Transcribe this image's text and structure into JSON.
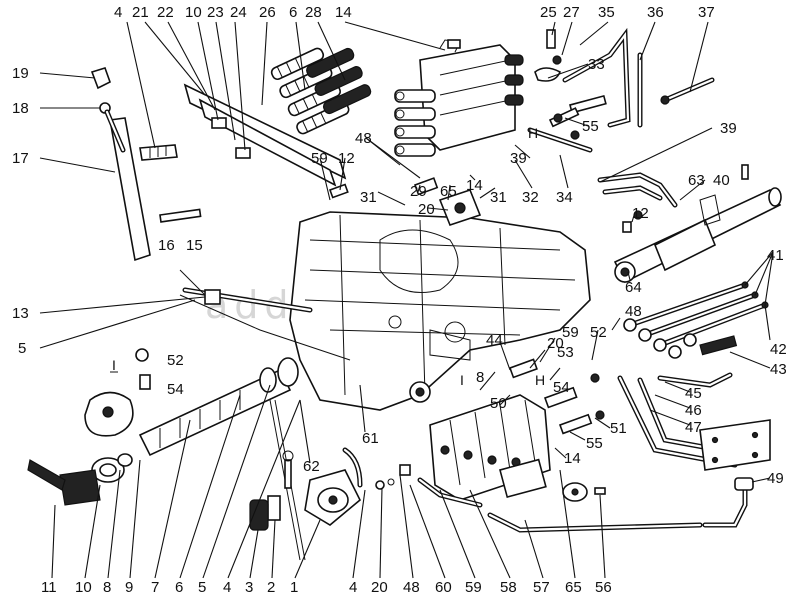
{
  "watermark": "adde.com.ua",
  "callouts": [
    {
      "id": "c-top-4",
      "text": "4"
    },
    {
      "id": "c-top-21",
      "text": "21"
    },
    {
      "id": "c-top-22",
      "text": "22"
    },
    {
      "id": "c-top-10",
      "text": "10"
    },
    {
      "id": "c-top-23",
      "text": "23"
    },
    {
      "id": "c-top-24",
      "text": "24"
    },
    {
      "id": "c-top-26",
      "text": "26"
    },
    {
      "id": "c-top-6",
      "text": "6"
    },
    {
      "id": "c-top-28",
      "text": "28"
    },
    {
      "id": "c-top-14",
      "text": "14"
    },
    {
      "id": "c-top-25",
      "text": "25"
    },
    {
      "id": "c-top-27",
      "text": "27"
    },
    {
      "id": "c-top-35",
      "text": "35"
    },
    {
      "id": "c-top-36",
      "text": "36"
    },
    {
      "id": "c-top-37",
      "text": "37"
    },
    {
      "id": "c-19",
      "text": "19"
    },
    {
      "id": "c-18",
      "text": "18"
    },
    {
      "id": "c-17",
      "text": "17"
    },
    {
      "id": "c-16",
      "text": "16"
    },
    {
      "id": "c-15",
      "text": "15"
    },
    {
      "id": "c-13",
      "text": "13"
    },
    {
      "id": "c-5l",
      "text": "5"
    },
    {
      "id": "c-33",
      "text": "33"
    },
    {
      "id": "c-55a",
      "text": "55"
    },
    {
      "id": "c-39a",
      "text": "39"
    },
    {
      "id": "c-39b",
      "text": "39"
    },
    {
      "id": "c-48a",
      "text": "48"
    },
    {
      "id": "c-59a",
      "text": "59"
    },
    {
      "id": "c-12a",
      "text": "12"
    },
    {
      "id": "c-29",
      "text": "29"
    },
    {
      "id": "c-65a",
      "text": "65"
    },
    {
      "id": "c-14b",
      "text": "14"
    },
    {
      "id": "c-31a",
      "text": "31"
    },
    {
      "id": "c-20a",
      "text": "20"
    },
    {
      "id": "c-31b",
      "text": "31"
    },
    {
      "id": "c-32",
      "text": "32"
    },
    {
      "id": "c-34",
      "text": "34"
    },
    {
      "id": "c-63",
      "text": "63"
    },
    {
      "id": "c-40",
      "text": "40"
    },
    {
      "id": "c-12b",
      "text": "12"
    },
    {
      "id": "c-64",
      "text": "64"
    },
    {
      "id": "c-41",
      "text": "41"
    },
    {
      "id": "c-42",
      "text": "42"
    },
    {
      "id": "c-43",
      "text": "43"
    },
    {
      "id": "c-48b",
      "text": "48"
    },
    {
      "id": "c-52a",
      "text": "52"
    },
    {
      "id": "c-59b",
      "text": "59"
    },
    {
      "id": "c-20b",
      "text": "20"
    },
    {
      "id": "c-53",
      "text": "53"
    },
    {
      "id": "c-44",
      "text": "44"
    },
    {
      "id": "c-54a",
      "text": "54"
    },
    {
      "id": "c-52b",
      "text": "52"
    },
    {
      "id": "c-54b",
      "text": "54"
    },
    {
      "id": "c-8m",
      "text": "8"
    },
    {
      "id": "c-50",
      "text": "50"
    },
    {
      "id": "c-45",
      "text": "45"
    },
    {
      "id": "c-46",
      "text": "46"
    },
    {
      "id": "c-47",
      "text": "47"
    },
    {
      "id": "c-51",
      "text": "51"
    },
    {
      "id": "c-55b",
      "text": "55"
    },
    {
      "id": "c-14c",
      "text": "14"
    },
    {
      "id": "c-61",
      "text": "61"
    },
    {
      "id": "c-62",
      "text": "62"
    },
    {
      "id": "c-49",
      "text": "49"
    },
    {
      "id": "c-b11",
      "text": "11"
    },
    {
      "id": "c-b10",
      "text": "10"
    },
    {
      "id": "c-b8",
      "text": "8"
    },
    {
      "id": "c-b9",
      "text": "9"
    },
    {
      "id": "c-b7",
      "text": "7"
    },
    {
      "id": "c-b6",
      "text": "6"
    },
    {
      "id": "c-b5",
      "text": "5"
    },
    {
      "id": "c-b4",
      "text": "4"
    },
    {
      "id": "c-b3",
      "text": "3"
    },
    {
      "id": "c-b2",
      "text": "2"
    },
    {
      "id": "c-b1",
      "text": "1"
    },
    {
      "id": "c-b4r",
      "text": "4"
    },
    {
      "id": "c-b20",
      "text": "20"
    },
    {
      "id": "c-b48",
      "text": "48"
    },
    {
      "id": "c-b60",
      "text": "60"
    },
    {
      "id": "c-b59",
      "text": "59"
    },
    {
      "id": "c-b58",
      "text": "58"
    },
    {
      "id": "c-b57",
      "text": "57"
    },
    {
      "id": "c-b65",
      "text": "65"
    },
    {
      "id": "c-b56",
      "text": "56"
    }
  ],
  "view_marks": [
    {
      "id": "v-I-left",
      "text": "I"
    },
    {
      "id": "v-H-top",
      "text": "H"
    },
    {
      "id": "v-I-mid",
      "text": "I"
    },
    {
      "id": "v-H-mid",
      "text": "H"
    }
  ]
}
